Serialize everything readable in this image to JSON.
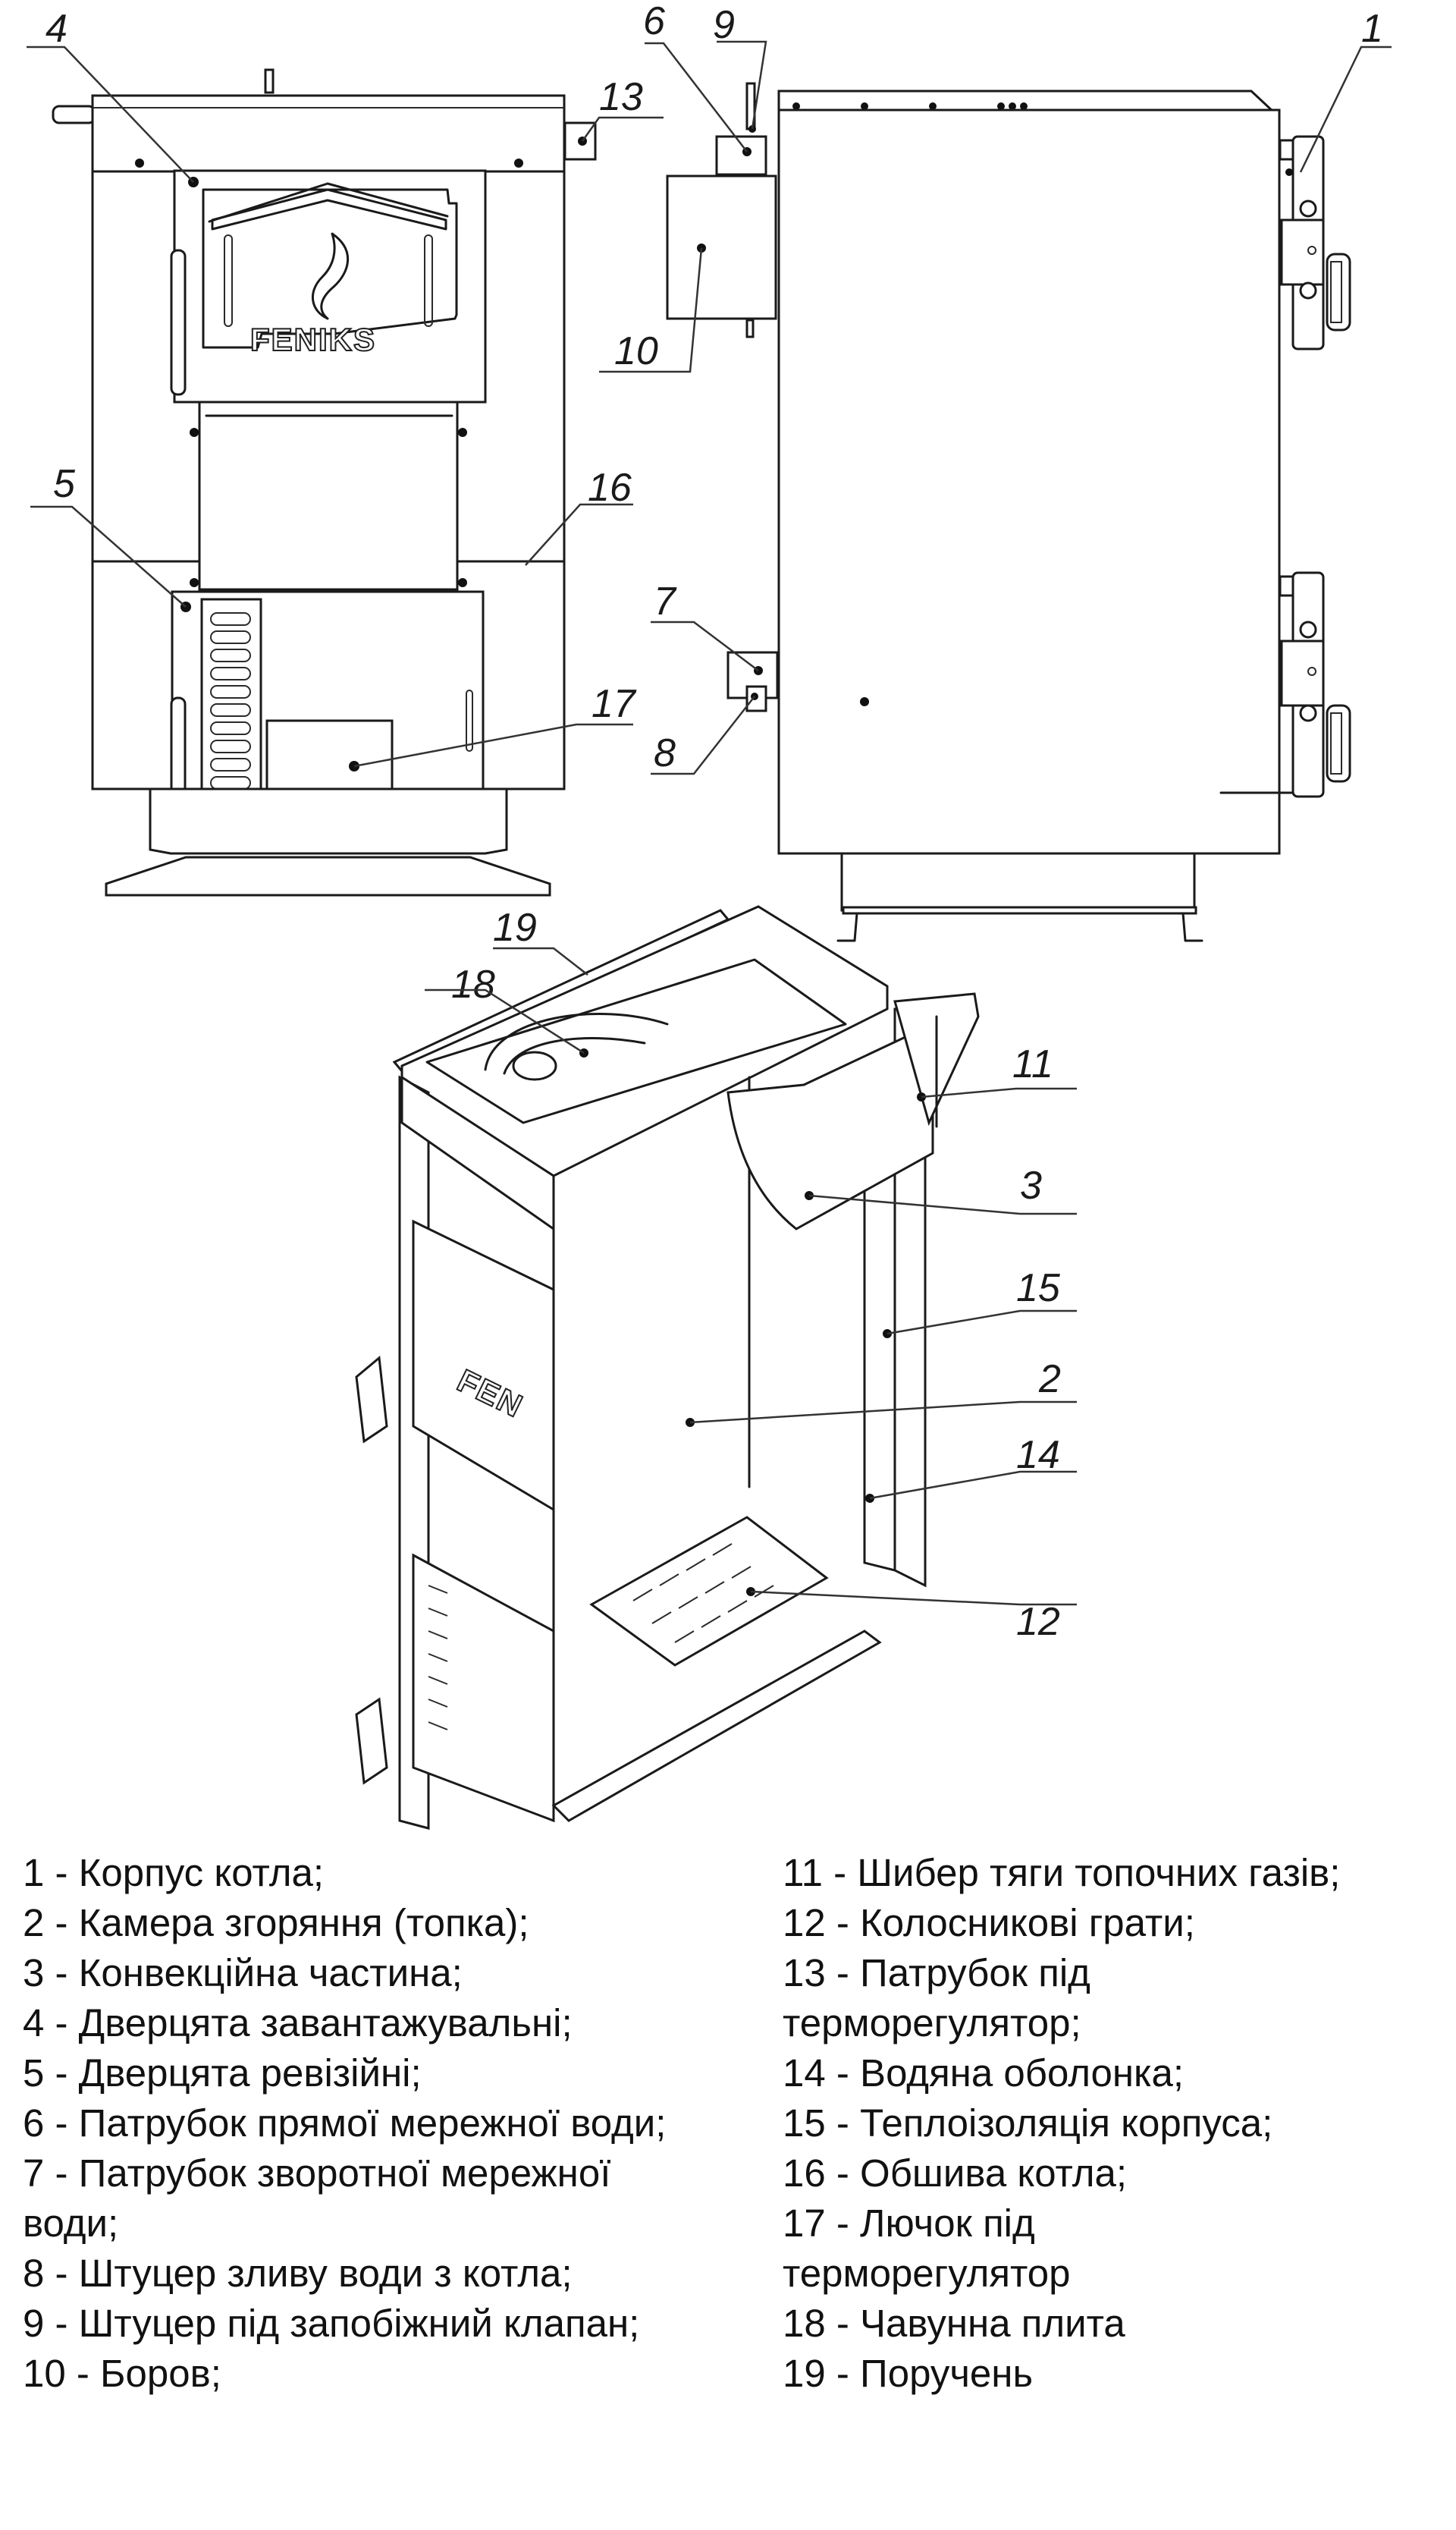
{
  "figure": {
    "brand_logo": "FENIKS",
    "brand_logo_short": "FEN",
    "callouts": {
      "c1": "1",
      "c2": "2",
      "c3": "3",
      "c4": "4",
      "c5": "5",
      "c6": "6",
      "c7": "7",
      "c8": "8",
      "c9": "9",
      "c10": "10",
      "c11": "11",
      "c12": "12",
      "c13": "13",
      "c14": "14",
      "c15": "15",
      "c16": "16",
      "c17": "17",
      "c18": "18",
      "c19": "19"
    },
    "views": [
      "front-view",
      "side-view",
      "isometric-cutaway-view"
    ]
  },
  "legend": {
    "left": [
      "1 - Корпус котла;",
      "2 - Камера згоряння (топка);",
      "3 - Конвекційна частина;",
      "4 - Дверцята завантажувальні;",
      "5 - Дверцята ревізійні;",
      "6 - Патрубок прямої мережної води;",
      "7 - Патрубок зворотної мережної води;",
      "8 - Штуцер зливу води з котла;",
      "9 - Штуцер під запобіжний клапан;",
      "10 - Боров;"
    ],
    "right": [
      "11 - Шибер тяги топочних газів;",
      "12 - Колосникові грати;",
      "13 - Патрубок під терморегулятор;",
      "14 - Водяна оболонка;",
      "15 - Теплоізоляція корпуса;",
      "16 - Обшива котла;",
      "17 - Лючок під терморегулятор",
      "18 - Чавунна плита",
      "19 - Поручень"
    ]
  }
}
